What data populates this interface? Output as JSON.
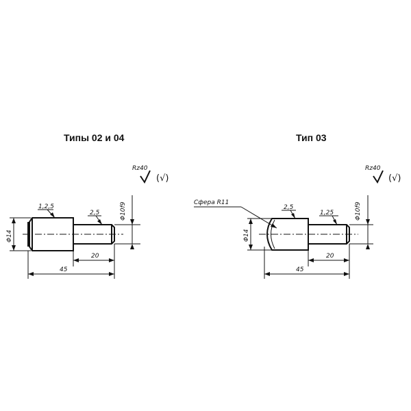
{
  "left": {
    "title": "Типы 02 и 04",
    "roughness": "Rz40",
    "roughness_paren": "(√)",
    "chamfer_big": "1,2,5",
    "chamfer_small": "2,5",
    "dia_big": "Φ14",
    "dia_small": "Φ10f9",
    "len_small": "20",
    "len_total": "45"
  },
  "right": {
    "title": "Тип 03",
    "roughness": "Rz40",
    "roughness_paren": "(√)",
    "sphere": "Сфера R11",
    "chamfer_big": "2,5",
    "chamfer_small": "1,25",
    "dia_big": "Φ14",
    "dia_small": "Φ10f9",
    "len_small": "20",
    "len_total": "45"
  }
}
